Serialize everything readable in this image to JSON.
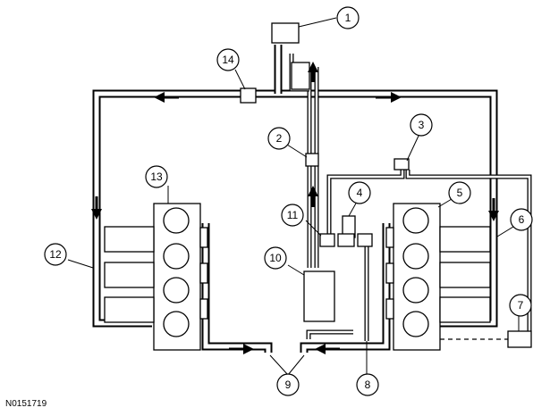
{
  "figure_id": "N0151719",
  "callouts": [
    {
      "id": "1",
      "label": "1"
    },
    {
      "id": "2",
      "label": "2"
    },
    {
      "id": "3",
      "label": "3"
    },
    {
      "id": "4",
      "label": "4"
    },
    {
      "id": "5",
      "label": "5"
    },
    {
      "id": "6",
      "label": "6"
    },
    {
      "id": "7",
      "label": "7"
    },
    {
      "id": "8",
      "label": "8"
    },
    {
      "id": "9",
      "label": "9"
    },
    {
      "id": "10",
      "label": "10"
    },
    {
      "id": "11",
      "label": "11"
    },
    {
      "id": "12",
      "label": "12"
    },
    {
      "id": "13",
      "label": "13"
    },
    {
      "id": "14",
      "label": "14"
    }
  ]
}
